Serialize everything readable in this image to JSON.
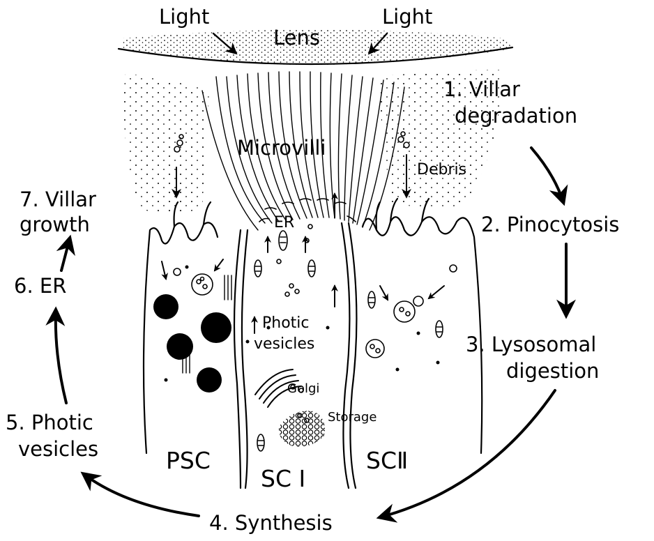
{
  "labels": {
    "light_left": "Light",
    "light_right": "Light",
    "lens": "Lens",
    "microvilli": "Microvilli",
    "debris": "Debris",
    "er_center": "ER",
    "photic_vesicles_center_1": "Photic",
    "photic_vesicles_center_2": "vesicles",
    "golgi": "Golgi",
    "storage": "Storage",
    "psc": "PSC",
    "sc1": "SC I",
    "sc2": "SCⅡ"
  },
  "cycle": {
    "step1_line1": "1. Villar",
    "step1_line2": "degradation",
    "step2": "2. Pinocytosis",
    "step3_line1": "3. Lysosomal",
    "step3_line2": "digestion",
    "step4": "4. Synthesis",
    "step5_line1": "5. Photic",
    "step5_line2": "vesicles",
    "step6": "6. ER",
    "step7_line1": "7. Villar",
    "step7_line2": "growth"
  }
}
